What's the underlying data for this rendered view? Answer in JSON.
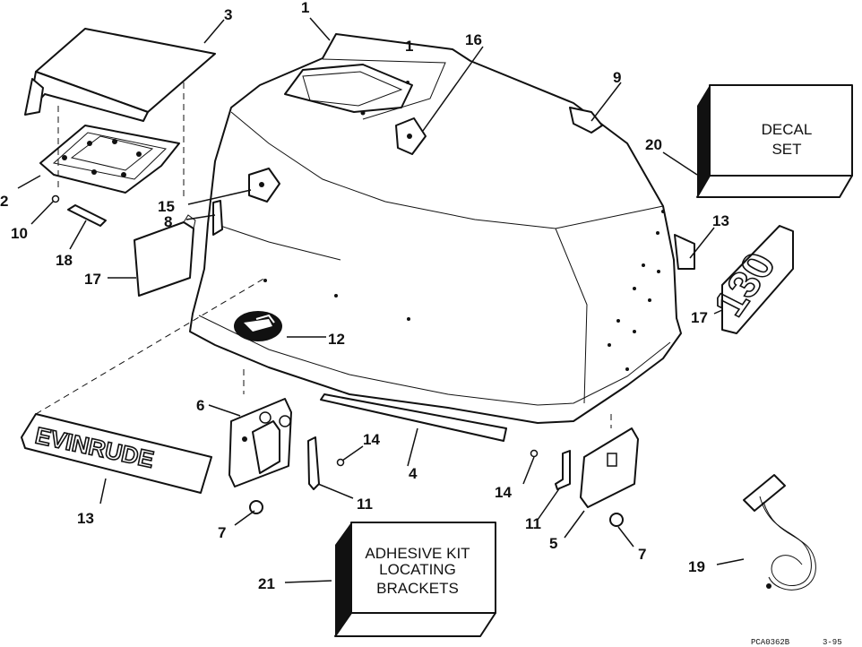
{
  "callouts": {
    "c1": "1",
    "c1b": "1",
    "c2": "2",
    "c3": "3",
    "c4": "4",
    "c5": "5",
    "c6": "6",
    "c7a": "7",
    "c7b": "7",
    "c8": "8",
    "c9": "9",
    "c10": "10",
    "c11a": "11",
    "c11b": "11",
    "c12": "12",
    "c13a": "13",
    "c13b": "13",
    "c14a": "14",
    "c14b": "14",
    "c15": "15",
    "c16": "16",
    "c17a": "17",
    "c17b": "17",
    "c18": "18",
    "c19": "19",
    "c20": "20",
    "c21": "21"
  },
  "decal_box": {
    "line1": "DECAL",
    "line2": "SET"
  },
  "kit_box": {
    "line1": "ADHESIVE KIT",
    "line2": "LOCATING",
    "line3": "BRACKETS"
  },
  "badges": {
    "brand": "EVINRUDE",
    "model": "130"
  },
  "footer": {
    "code": "PCA0362B",
    "date": "3-95"
  }
}
